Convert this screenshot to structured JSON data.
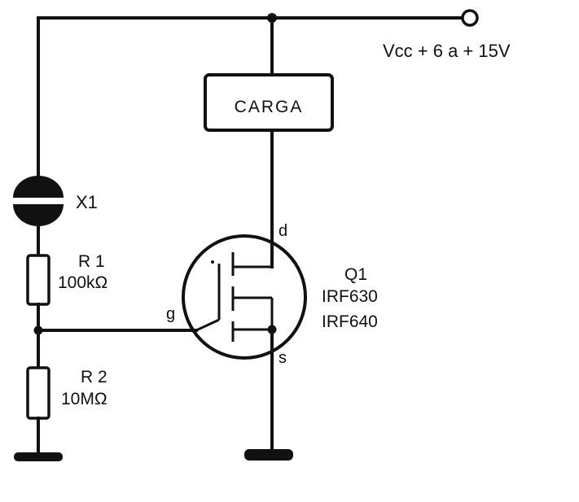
{
  "supply": {
    "label": "Vcc + 6 a + 15V"
  },
  "load": {
    "label": "CARGA"
  },
  "sensor": {
    "label": "X1"
  },
  "r1": {
    "name": "R 1",
    "value": "100kΩ"
  },
  "r2": {
    "name": "R 2",
    "value": "10MΩ"
  },
  "transistor": {
    "name": "Q1",
    "part1": "IRF630",
    "part2": "IRF640",
    "drain": "d",
    "gate": "g",
    "source": "s"
  },
  "colors": {
    "ink": "#111111",
    "paper": "#ffffff"
  }
}
